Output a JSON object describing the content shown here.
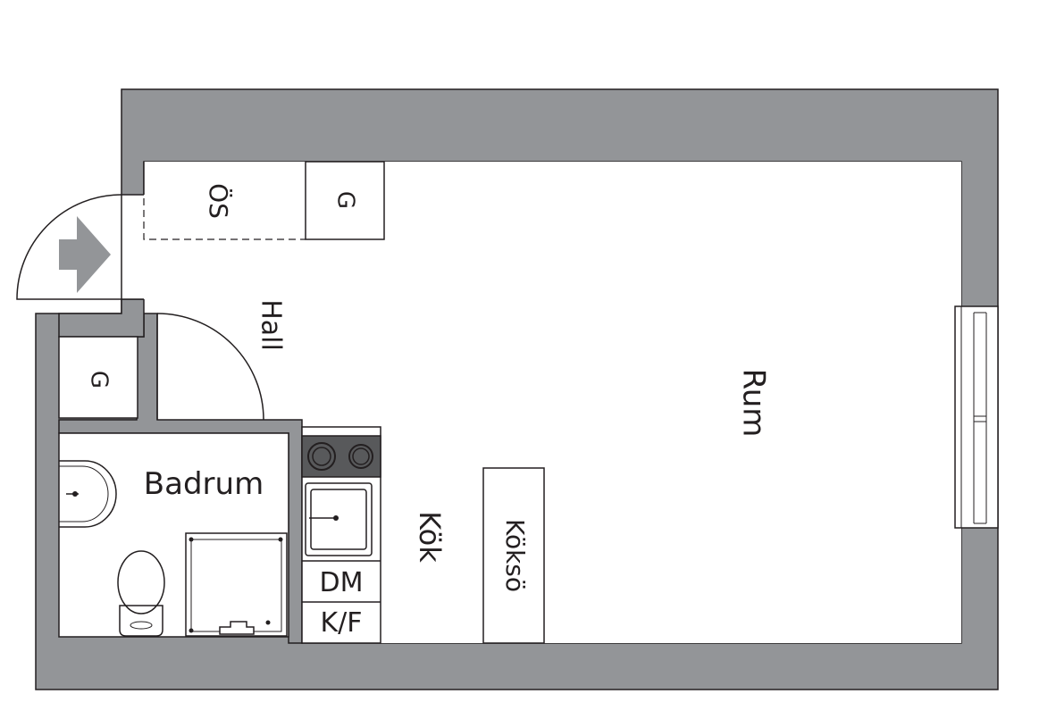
{
  "floorplan": {
    "wall_color": "#939598",
    "line_color": "#231f20",
    "rooms": {
      "rum": "Rum",
      "hall": "Hall",
      "badrum": "Badrum",
      "kok": "Kök"
    },
    "fixtures": {
      "oversikt_storage": "ÖS",
      "closet_hall": "G",
      "closet_entry": "G",
      "dishwasher": "DM",
      "fridge_freezer": "K/F",
      "kitchen_island": "Köksö"
    },
    "icons": {
      "entrance": "entrance-arrow-icon",
      "door": "door-swing-icon",
      "window": "window-icon",
      "stove": "stove-icon",
      "sink": "sink-icon",
      "washbasin": "washbasin-icon",
      "toilet": "toilet-icon",
      "shower": "shower-icon"
    }
  }
}
